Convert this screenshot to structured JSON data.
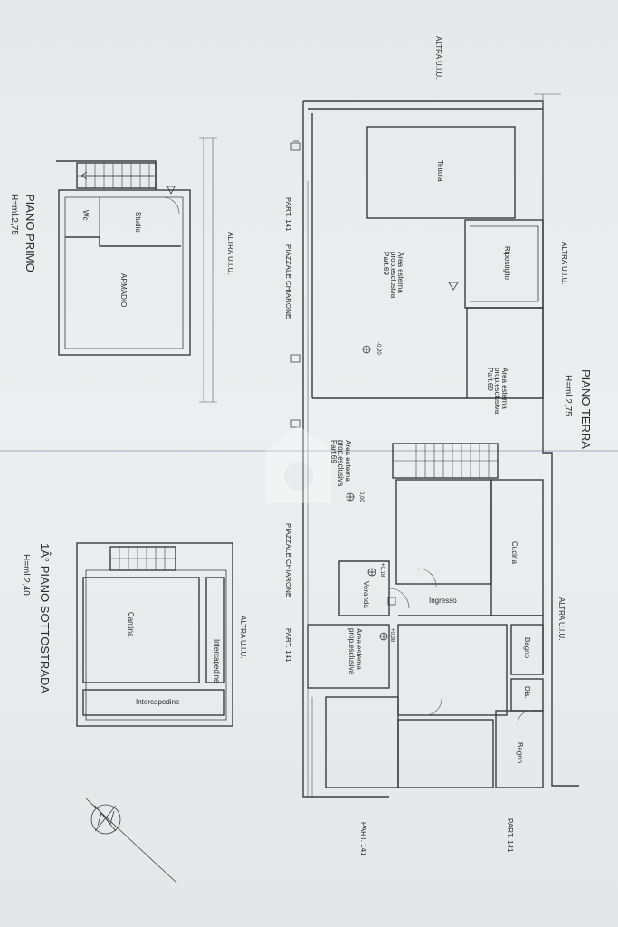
{
  "plans": {
    "piano_terra": {
      "title": "PIANO TERRA",
      "height": "H=ml.2,75"
    },
    "piano_primo": {
      "title": "PIANO PRIMO",
      "height": "H=ml.2,75"
    },
    "piano_sottostrada": {
      "title": "1Â° PIANO SOTTOSTRADA",
      "height": "H=ml.2,40"
    }
  },
  "labels": {
    "altra_uiu": "ALTRA U.I.U.",
    "part141": "PART. 141",
    "piazzale": "PIAZZALE CHIARONE",
    "tettoia": "Tettoia",
    "ripostiglio": "Ripostiglio",
    "area_esterna_1": "Area esterna prop.esclusiva Part.69",
    "area_esterna_2": "Area esterna prop.esclusiva Part.69",
    "area_esterna_3": "Area esterna prop.esclusiva Part.69",
    "area_esterna_4": "Area esterna prop.esclusiva",
    "cucina": "Cucina",
    "ingresso": "Ingresso",
    "veranda": "Veranda",
    "bagno": "Bagno",
    "dis": "Dis.",
    "studio": "Studio",
    "wc": "Wc",
    "armadio": "ARMADIO",
    "cantina": "Cantina",
    "intercapedine": "Intercapedine"
  },
  "levels": {
    "lv_area": "-0,20",
    "lv_piazz": "0,00",
    "lv_veranda": "+0,18",
    "lv_ingresso": "+0,38"
  },
  "icons": [
    "compass-north-icon",
    "stair-arrow-icon",
    "level-marker-icon",
    "entrance-arrow-icon",
    "door-swing-icon"
  ]
}
